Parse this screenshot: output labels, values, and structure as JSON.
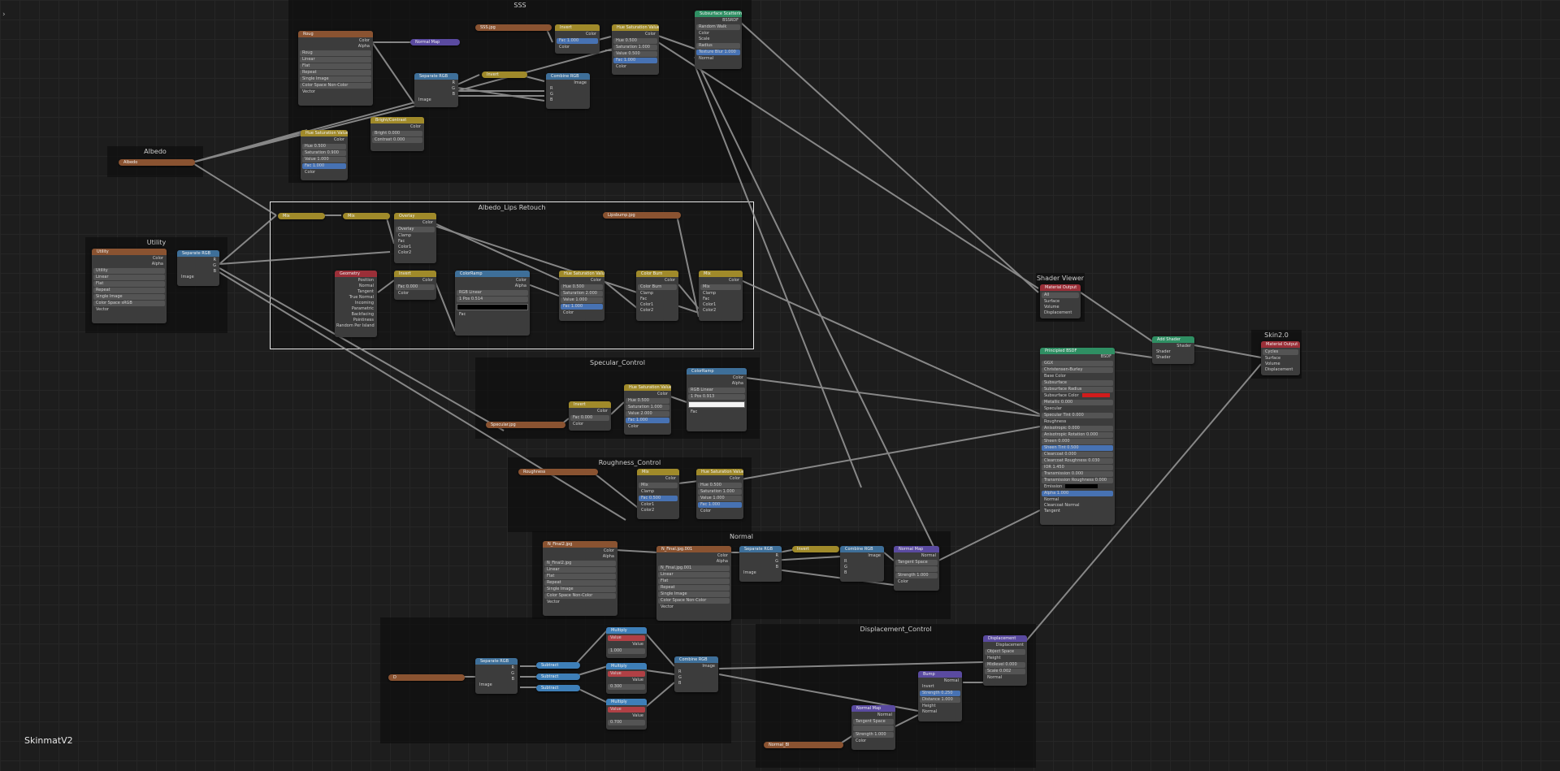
{
  "material_name": "SkinmatV2",
  "corner_arrow": "›",
  "frames": {
    "sss": "SSS",
    "albedo": "Albedo",
    "utility": "Utility",
    "albedo_lips": "Albedo_Lips Retouch",
    "specular": "Specular_Control",
    "roughness": "Roughness_Control",
    "normal": "Normal",
    "displacement": "Displacement_Control",
    "shader_viewer": "Shader Viewer",
    "skin": "Skin2.0"
  },
  "nodes": {
    "sss_tex": {
      "title": "Roug",
      "rows": [
        "Color",
        "Alpha",
        "Roug",
        "Linear",
        "Flat",
        "Repeat",
        "Single Image",
        "Color Space   Non-Color",
        "Vector"
      ]
    },
    "sss_normalmap": {
      "title": "Normal Map"
    },
    "sss_sep": {
      "title": "Separate RGB",
      "rows": [
        "R",
        "G",
        "B",
        "Image"
      ]
    },
    "sss_brightcontrast": {
      "title": "Bright/Contrast",
      "rows": [
        "Color",
        "Bright   0.000",
        "Contrast   0.000"
      ]
    },
    "sss_hsv": {
      "title": "Hue Saturation Value",
      "rows": [
        "Color",
        "Hue   0.500",
        "Saturation   0.900",
        "Value   1.000",
        "Fac   1.000",
        "Color"
      ]
    },
    "sss_invert1": {
      "title": "Invert"
    },
    "sss_combine": {
      "title": "Combine RGB",
      "rows": [
        "Image",
        "R",
        "G",
        "B"
      ]
    },
    "sss_ssstex": {
      "title": "SSS.jpg"
    },
    "sss_invert2": {
      "title": "Invert",
      "rows": [
        "Color",
        "Fac   1.000",
        "Color"
      ]
    },
    "sss_hsv2": {
      "title": "Hue Saturation Value",
      "rows": [
        "Color",
        "Hue   0.500",
        "Saturation   1.000",
        "Value   0.500",
        "Fac   1.000",
        "Color"
      ]
    },
    "sss_scatter": {
      "title": "Subsurface Scattering",
      "rows": [
        "BSSRDF",
        "Random Walk",
        "Color",
        "Scale",
        "Radius",
        "Texture Blur   1.000",
        "Normal"
      ]
    },
    "albedo_tex": {
      "title": "Albedo"
    },
    "util_tex": {
      "title": "Utility",
      "rows": [
        "Color",
        "Alpha",
        "Utility",
        "Linear",
        "Flat",
        "Repeat",
        "Single Image",
        "Color Space   sRGB",
        "Vector"
      ]
    },
    "util_sep": {
      "title": "Separate RGB",
      "rows": [
        "R",
        "G",
        "B",
        "Image"
      ]
    },
    "lips_mix1": {
      "title": "Mix"
    },
    "lips_mix2": {
      "title": "Mix"
    },
    "lips_overlay": {
      "title": "Overlay",
      "rows": [
        "Color",
        "Overlay",
        "Clamp",
        "Fac",
        "Color1",
        "Color2"
      ]
    },
    "lips_geometry": {
      "title": "Geometry",
      "rows": [
        "Position",
        "Normal",
        "Tangent",
        "True Normal",
        "Incoming",
        "Parametric",
        "Backfacing",
        "Pointiness",
        "Random Per Island"
      ]
    },
    "lips_invert": {
      "title": "Invert",
      "rows": [
        "Color",
        "Fac   0.000",
        "Color"
      ]
    },
    "lips_colorramp": {
      "title": "ColorRamp",
      "rows": [
        "Color",
        "Alpha",
        "RGB   Linear",
        "1   Pos   0.514",
        "Fac"
      ]
    },
    "lips_hsv": {
      "title": "Hue Saturation Value",
      "rows": [
        "Color",
        "Hue   0.500",
        "Saturation   2.000",
        "Value   1.000",
        "Fac   1.000",
        "Color"
      ]
    },
    "lips_colorburn": {
      "title": "Color Burn",
      "rows": [
        "Color",
        "Color Burn",
        "Clamp",
        "Fac",
        "Color1",
        "Color2"
      ]
    },
    "lips_mix3": {
      "title": "Mix",
      "rows": [
        "Color",
        "Mix",
        "Clamp",
        "Fac",
        "Color1",
        "Color2"
      ]
    },
    "lips_redtex": {
      "title": "Lipsbump.jpg"
    },
    "spec_tex": {
      "title": "Specular.jpg"
    },
    "spec_invert": {
      "title": "Invert",
      "rows": [
        "Color",
        "Fac   0.000",
        "Color"
      ]
    },
    "spec_hsv": {
      "title": "Hue Saturation Value",
      "rows": [
        "Color",
        "Hue   0.500",
        "Saturation   1.000",
        "Value   2.000",
        "Fac   1.000",
        "Color"
      ]
    },
    "spec_ramp": {
      "title": "ColorRamp",
      "rows": [
        "Color",
        "Alpha",
        "RGB   Linear",
        "1   Pos   0.913",
        "Fac"
      ]
    },
    "rough_tex": {
      "title": "Roughness"
    },
    "rough_mix": {
      "title": "Mix",
      "rows": [
        "Color",
        "Mix",
        "Clamp",
        "Fac   0.500",
        "Color1",
        "Color2"
      ]
    },
    "rough_hsv": {
      "title": "Hue Saturation Value",
      "rows": [
        "Color",
        "Hue   0.500",
        "Saturation   1.000",
        "Value   1.000",
        "Fac   1.000",
        "Color"
      ]
    },
    "norm_tex1": {
      "title": "N_Final2.jpg",
      "rows": [
        "Color",
        "Alpha",
        "N_Final2.jpg",
        "Linear",
        "Flat",
        "Repeat",
        "Single Image",
        "Color Space   Non-Color",
        "Vector"
      ]
    },
    "norm_tex2": {
      "title": "N_Final.jpg.001",
      "rows": [
        "Color",
        "Alpha",
        "N_Final.jpg.001",
        "Linear",
        "Flat",
        "Repeat",
        "Single Image",
        "Color Space   Non-Color",
        "Vector"
      ]
    },
    "norm_sep": {
      "title": "Separate RGB",
      "rows": [
        "R",
        "G",
        "B",
        "Image"
      ]
    },
    "norm_invert": {
      "title": "Invert"
    },
    "norm_combine": {
      "title": "Combine RGB",
      "rows": [
        "Image",
        "R",
        "G",
        "B"
      ]
    },
    "norm_map": {
      "title": "Normal Map",
      "rows": [
        "Normal",
        "Tangent Space",
        "",
        "Strength   1.000",
        "Color"
      ]
    },
    "disp_tex": {
      "title": "D"
    },
    "disp_sep": {
      "title": "Separate RGB",
      "rows": [
        "R",
        "G",
        "B",
        "Image"
      ]
    },
    "disp_sub1": {
      "title": "Subtract"
    },
    "disp_sub2": {
      "title": "Subtract"
    },
    "disp_sub3": {
      "title": "Subtract"
    },
    "disp_mul1": {
      "title": "Multiply",
      "rows": [
        "Value",
        "Value",
        "1.000"
      ]
    },
    "disp_mul2": {
      "title": "Multiply",
      "rows": [
        "Value",
        "Value",
        "0.300"
      ]
    },
    "disp_mul3": {
      "title": "Multiply",
      "rows": [
        "Value",
        "Value",
        "0.700"
      ]
    },
    "disp_combine": {
      "title": "Combine RGB",
      "rows": [
        "Image",
        "R",
        "G",
        "B"
      ]
    },
    "disp_bump": {
      "title": "Bump",
      "rows": [
        "Normal",
        "Invert",
        "Strength   0.250",
        "Distance   1.000",
        "Height",
        "Normal"
      ]
    },
    "disp_normalmap": {
      "title": "Normal Map",
      "rows": [
        "Normal",
        "Tangent Space",
        "",
        "Strength   1.000",
        "Color"
      ]
    },
    "disp_normal_tex": {
      "title": "Normal_Bl"
    },
    "disp_displacement": {
      "title": "Displacement",
      "rows": [
        "Displacement",
        "Object Space",
        "Height",
        "Midlevel   0.000",
        "Scale   0.002",
        "Normal"
      ]
    },
    "viewer_output": {
      "title": "Material Output",
      "rows": [
        "All",
        "Surface",
        "Volume",
        "Displacement"
      ]
    },
    "bsdf": {
      "title": "Principled BSDF",
      "rows": [
        "BSDF",
        "GGX",
        "Christensen-Burley",
        "Base Color",
        "Subsurface",
        "Subsurface Radius",
        "Subsurface Color",
        "Metallic   0.000",
        "Specular",
        "Specular Tint   0.000",
        "Roughness",
        "Anisotropic   0.000",
        "Anisotropic Rotation   0.000",
        "Sheen   0.000",
        "Sheen Tint   0.500",
        "Clearcoat   0.000",
        "Clearcoat Roughness   0.030",
        "IOR   1.450",
        "Transmission   0.000",
        "Transmission Roughness   0.000",
        "Emission",
        "Alpha   1.000",
        "Normal",
        "Clearcoat Normal",
        "Tangent"
      ]
    },
    "add_shader": {
      "title": "Add Shader",
      "rows": [
        "Shader",
        "Shader",
        "Shader"
      ]
    },
    "skin_output": {
      "title": "Material Output",
      "rows": [
        "Cycles",
        "Surface",
        "Volume",
        "Displacement"
      ]
    }
  },
  "colors": {
    "background": "#1d1d1d",
    "texture": "#8a5331",
    "color": "#a08a2a",
    "converter": "#3e6f99",
    "vector": "#5a4aa0",
    "shader": "#2f8f63",
    "output": "#9b2f38",
    "wire": "#9a9a9a"
  }
}
